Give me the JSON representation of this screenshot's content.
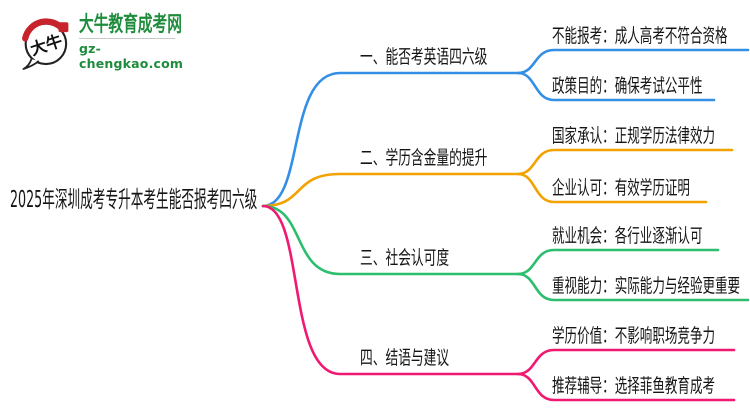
{
  "site": {
    "logo_title": "大牛教育成考网",
    "logo_domain": "gz-chengkao.com",
    "logo_badge": "大牛",
    "logo_green": "#1e8c3c",
    "logo_red": "#c8232c"
  },
  "root": {
    "title": "2025年深圳成考专升本考生能否报考四六级",
    "text_color": "#151515"
  },
  "branches": [
    {
      "label": "一、能否考英语四六级",
      "color": "#338fe5",
      "children": [
        {
          "label": "不能报考：成人高考不符合资格"
        },
        {
          "label": "政策目的：确保考试公平性"
        }
      ]
    },
    {
      "label": "二、学历含金量的提升",
      "color": "#f2a202",
      "children": [
        {
          "label": "国家承认：正规学历法律效力"
        },
        {
          "label": "企业认可：有效学历证明"
        }
      ]
    },
    {
      "label": "三、社会认可度",
      "color": "#2cbe6e",
      "children": [
        {
          "label": "就业机会：各行业逐渐认可"
        },
        {
          "label": "重视能力：实际能力与经验更重要"
        }
      ]
    },
    {
      "label": "四、结语与建议",
      "color": "#f01870",
      "children": [
        {
          "label": "学历价值：不影响职场竞争力"
        },
        {
          "label": "推荐辅导：选择菲鱼教育成考"
        }
      ]
    }
  ]
}
